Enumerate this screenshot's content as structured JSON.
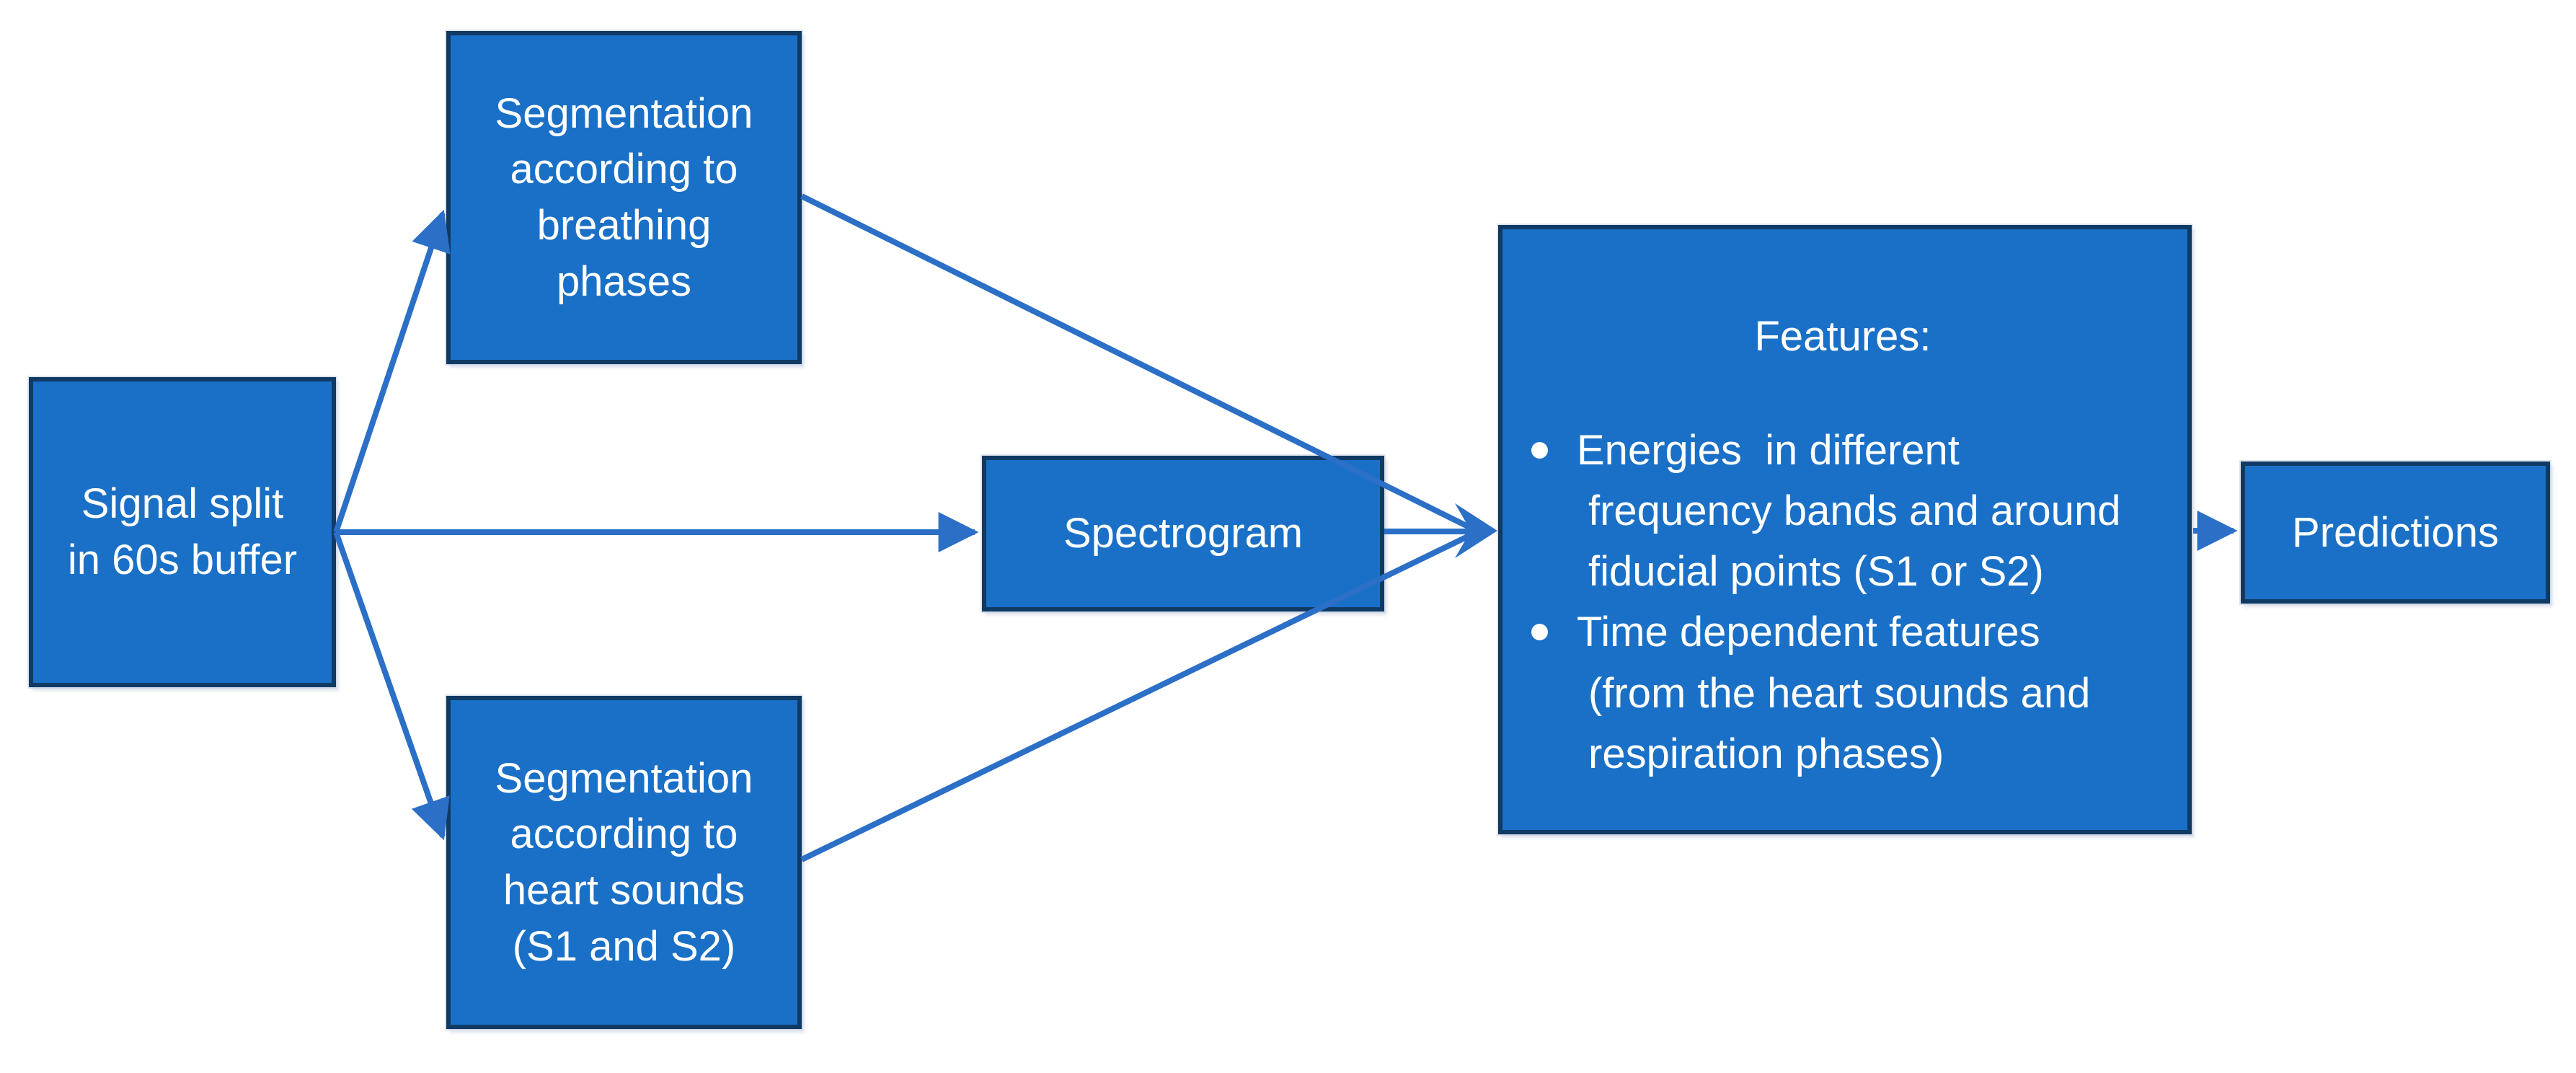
{
  "diagram": {
    "colors": {
      "box_fill": "#1A70C6",
      "box_border": "#103A64",
      "arrow": "#2B6FC6",
      "text": "#FFFFFF"
    },
    "nodes": {
      "signal_split": {
        "label": "Signal split\nin 60s buffer"
      },
      "segmentation_breathing": {
        "label": "Segmentation\naccording to\nbreathing\nphases"
      },
      "segmentation_heart": {
        "label": "Segmentation\naccording to\nheart sounds\n(S1 and S2)"
      },
      "spectrogram": {
        "label": "Spectrogram"
      },
      "features": {
        "title": "Features:",
        "bullets": [
          "Energies  in different\nfrequency bands and around\nfiducial points (S1 or S2)",
          "Time dependent features\n(from the heart sounds and\nrespiration phases)"
        ]
      },
      "predictions": {
        "label": "Predictions"
      }
    }
  }
}
